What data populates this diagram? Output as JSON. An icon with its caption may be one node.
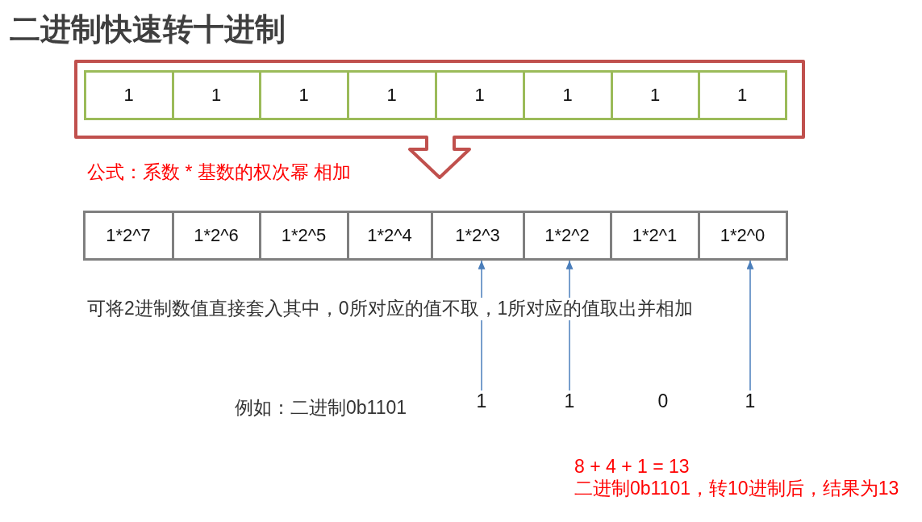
{
  "diagram": {
    "title": "二进制快速转十进制",
    "nodes": [
      {
        "text": [],
        "shape": "callout"
      },
      {
        "text": [
          "1"
        ],
        "in": 0
      },
      {
        "text": [
          "1"
        ],
        "in": 0
      },
      {
        "text": [
          "1"
        ],
        "in": 0
      },
      {
        "text": [
          "1"
        ],
        "in": 0
      },
      {
        "text": [
          "1"
        ],
        "in": 0
      },
      {
        "text": [
          "1"
        ],
        "in": 0
      },
      {
        "text": [
          "1"
        ],
        "in": 0
      },
      {
        "text": [
          "1"
        ],
        "in": 0
      },
      {
        "text": [
          "1*2^7"
        ]
      },
      {
        "text": [
          "1*2^6"
        ]
      },
      {
        "text": [
          "1*2^5"
        ]
      },
      {
        "text": [
          "1*2^4"
        ]
      },
      {
        "text": [
          "1*2^3"
        ]
      },
      {
        "text": [
          "1*2^2"
        ]
      },
      {
        "text": [
          "1*2^1"
        ]
      },
      {
        "text": [
          "1*2^0"
        ]
      },
      {
        "text": [
          "1"
        ]
      },
      {
        "text": [
          "1"
        ]
      },
      {
        "text": [
          "1"
        ]
      }
    ],
    "edges": [
      {
        "from": 17,
        "to": 13,
        "arrow": "to"
      },
      {
        "from": 18,
        "to": 14,
        "arrow": "to"
      },
      {
        "from": 19,
        "to": 16,
        "arrow": "to"
      }
    ],
    "labels": [
      "公式：系数 * 基数的权次幂 相加",
      "可将2进制数值直接套入其中，0所对应的值不取，1所对应的值取出并相加",
      "例如：二进制0b1101",
      "0",
      "8 + 4 + 1 = 13",
      "二进制0b1101，转10进制后，结果为13"
    ]
  }
}
